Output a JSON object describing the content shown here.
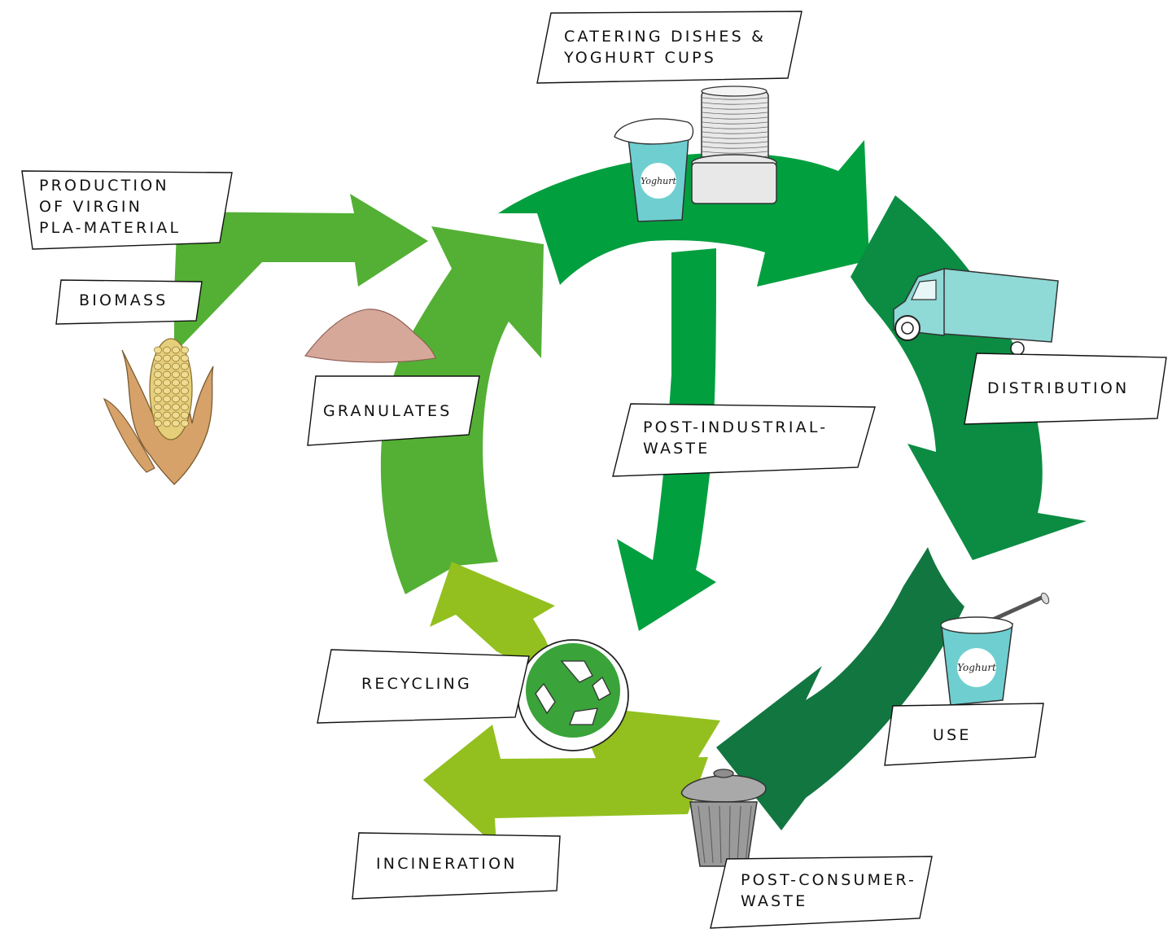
{
  "labels": {
    "catering": [
      "CATERING DISHES &",
      "YOGHURT CUPS"
    ],
    "production": [
      "PRODUCTION",
      "OF VIRGIN",
      "PLA-MATERIAL"
    ],
    "biomass": [
      "BIOMASS"
    ],
    "granulates": [
      "GRANULATES"
    ],
    "post_industrial": [
      "POST-INDUSTRIAL-",
      "WASTE"
    ],
    "distribution": [
      "DISTRIBUTION"
    ],
    "use": [
      "USE"
    ],
    "recycling": [
      "RECYCLING"
    ],
    "incineration": [
      "INCINERATION"
    ],
    "post_consumer": [
      "POST-CONSUMER-",
      "WASTE"
    ]
  },
  "cup_text": "Yoghurt",
  "colors": {
    "arrow_production": "#53b034",
    "arrow_granulates": "#53b034",
    "arrow_catering": "#029f3f",
    "arrow_post_industrial": "#029f3f",
    "arrow_distribution": "#0b8c42",
    "arrow_use": "#127640",
    "arrow_recycling": "#93c01f",
    "cup": "#6fcfd0",
    "truck": "#8fd9d6",
    "corn_kernels": "#e6cf7a",
    "corn_husk": "#d6a26a",
    "granulate": "#d6a899",
    "bin": "#9a9a9a",
    "plates": "#e8e8e8",
    "recycle_badge": "#3aa33a"
  },
  "icons": [
    "yoghurt-cup-icon",
    "plate-stack-icon",
    "truck-icon",
    "corn-icon",
    "granulate-pile-icon",
    "recycle-icon",
    "trash-bin-icon",
    "spoon-icon"
  ]
}
